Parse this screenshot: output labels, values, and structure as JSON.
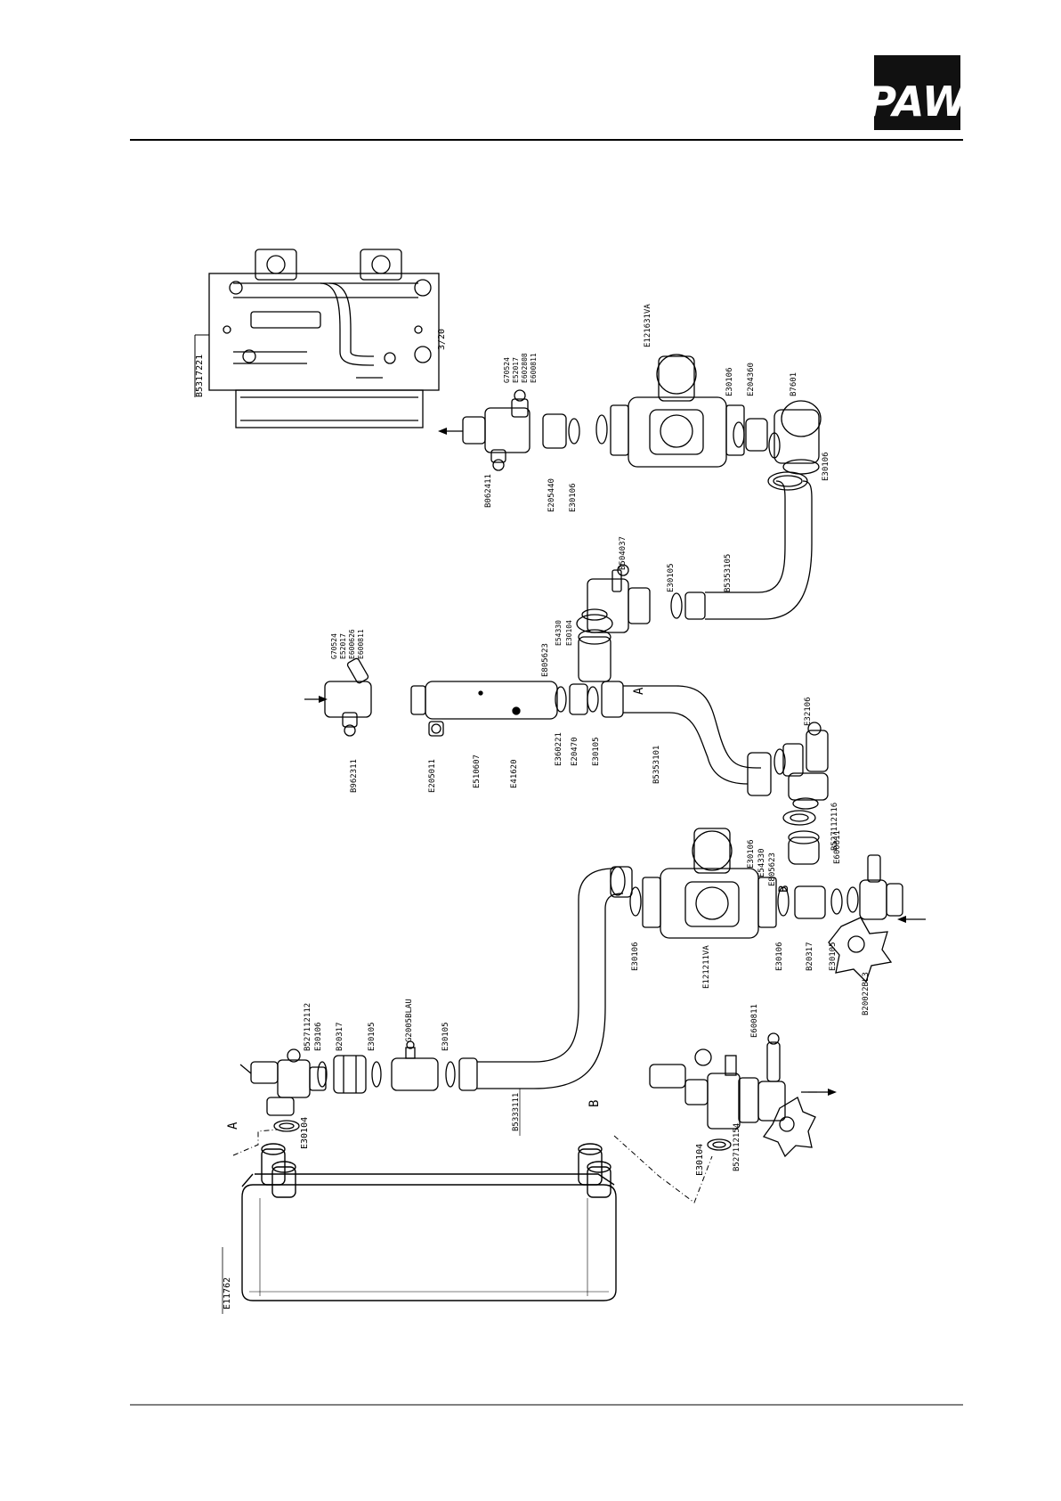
{
  "logo": {
    "text": "PAW"
  },
  "labels": {
    "inset_id": "B5317221",
    "inset_size": "3/20",
    "e11762": "E11762",
    "e30104_top": "E30104",
    "e30104_bottom": "E30104",
    "b5333111": "B5333111",
    "b527112154": "B527112154",
    "e600811_valve": "E600811",
    "b527112112": "B527112112",
    "e30106_top": "E30106",
    "b20317_top": "B20317",
    "e30105_top": "E30105",
    "g2005blau": "G2005BLAU",
    "e30105_mid": "E30105",
    "e30106_pump1": "E30106",
    "e121211va": "E121211VA",
    "e30106_pump1b": "E30106",
    "b20317_pump1": "B20317",
    "e30105_pump1": "E30105",
    "b20022_3": "B20022BL3",
    "e600811_right": "E600811",
    "e805623_b": "E805623",
    "e54330_b": "E54330",
    "e30106_b": "E30106",
    "b527112116": "B527112116",
    "e32106": "E32106",
    "b5353101": "B5353101",
    "e30105_tube": "E30105",
    "e20470": "E20470",
    "e360221": "E360221",
    "e41620": "E41620",
    "e510607": "E510607",
    "e205011": "E205011",
    "b962311": "B962311",
    "g70524_a": "G70524",
    "e52017_a": "E52017",
    "e600626": "E600626",
    "e600811_a": "E600811",
    "e805623_a": "E805623",
    "e54330_a": "E54330",
    "e30104_mid": "E30104",
    "b504037": "B504037",
    "e30105_right": "E30105",
    "b5353105": "B5353105",
    "b062411": "B062411",
    "e205440": "E205440",
    "e30106_right": "E30106",
    "g70524_b": "G70524",
    "e52017_b": "E52017",
    "e602808": "E602808",
    "e600811_b": "E600811",
    "e121631": "E121631VA",
    "e30106_r2": "E30106",
    "e204360": "E204360",
    "b7601": "B7601",
    "e30106_r3": "E30106",
    "letter_a1": "A",
    "letter_b1": "B",
    "letter_a2": "A",
    "letter_b2": "B"
  }
}
